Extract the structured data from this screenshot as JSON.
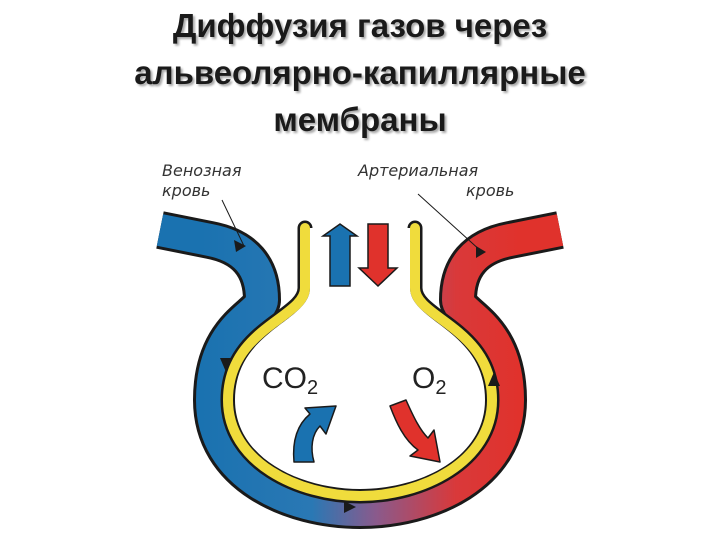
{
  "title": {
    "line1": "Диффузия газов через",
    "line2": "альвеолярно-капиллярные",
    "line3": "мембраны"
  },
  "labels": {
    "venous_line1": "Венозная",
    "venous_line2": "кровь",
    "arterial_line1": "Артериальная",
    "arterial_line2": "кровь"
  },
  "gases": {
    "co2_main": "CO",
    "co2_sub": "2",
    "o2_main": "O",
    "o2_sub": "2"
  },
  "colors": {
    "venous": "#1a72b0",
    "arterial": "#e0322c",
    "membrane": "#f0dc3c",
    "outline": "#1a1a1a"
  }
}
